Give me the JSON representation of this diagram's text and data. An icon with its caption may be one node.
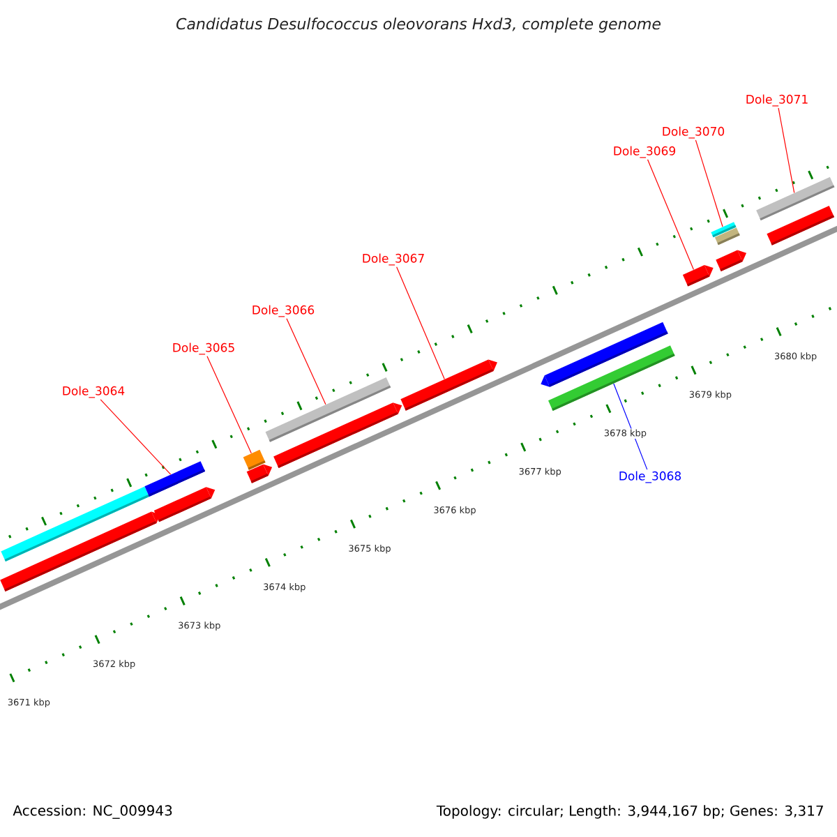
{
  "diagram": {
    "title": "Candidatus Desulfococcus oleovorans Hxd3, complete genome",
    "nodes": [
      {
        "text": [
          "Dole_3064"
        ]
      },
      {
        "text": [
          "Dole_3065"
        ]
      },
      {
        "text": [
          "Dole_3066"
        ]
      },
      {
        "text": [
          "Dole_3067"
        ]
      },
      {
        "text": [
          "Dole_3069"
        ]
      },
      {
        "text": [
          "Dole_3070"
        ]
      },
      {
        "text": [
          "Dole_3071"
        ]
      },
      {
        "text": [
          "Dole_3068"
        ]
      },
      {
        "text": [],
        "shape": "bar"
      },
      {
        "text": [],
        "shape": "bar"
      },
      {
        "text": [],
        "shape": "bar"
      },
      {
        "text": [],
        "shape": "bar"
      },
      {
        "text": [],
        "shape": "bar"
      },
      {
        "text": [],
        "shape": "bar"
      },
      {
        "text": [],
        "shape": "bar"
      },
      {
        "text": [],
        "shape": "bar"
      },
      {
        "text": [],
        "shape": "bar"
      },
      {
        "text": [],
        "shape": "bar"
      },
      {
        "text": [],
        "shape": "bar"
      },
      {
        "text": [],
        "shape": "bar"
      },
      {
        "text": [],
        "shape": "bar"
      },
      {
        "text": [],
        "shape": "bar"
      },
      {
        "text": [],
        "shape": "bar"
      },
      {
        "text": [],
        "shape": "bar"
      },
      {
        "text": [],
        "shape": "bar"
      }
    ],
    "edges": [
      {
        "from": 0,
        "to": 9,
        "arrow": "none"
      },
      {
        "from": 1,
        "to": 12,
        "arrow": "none"
      },
      {
        "from": 2,
        "to": 14,
        "arrow": "none"
      },
      {
        "from": 3,
        "to": 16,
        "arrow": "none"
      },
      {
        "from": 4,
        "to": 19,
        "arrow": "none"
      },
      {
        "from": 5,
        "to": 20,
        "arrow": "none"
      },
      {
        "from": 6,
        "to": 23,
        "arrow": "none"
      },
      {
        "from": 7,
        "to": 17,
        "arrow": "none",
        "color": "#0000ff"
      }
    ],
    "labels": [
      "3671 kbp",
      "3672 kbp",
      "3673 kbp",
      "3674 kbp",
      "3675 kbp",
      "3676 kbp",
      "3677 kbp",
      "3678 kbp",
      "3679 kbp",
      "3680 kbp",
      "Accession: NC_009943",
      "Topology: circular; Length: 3,944,167 bp; Genes: 3,317"
    ]
  }
}
